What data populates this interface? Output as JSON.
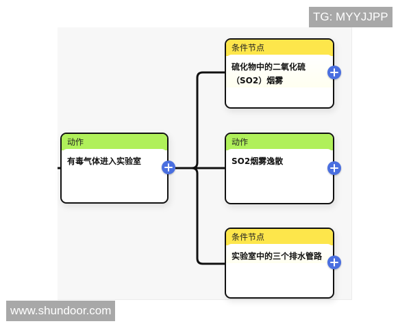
{
  "watermarks": {
    "top_right": "TG: MYYJJPP",
    "bottom_left": "www.shundoor.com"
  },
  "colors": {
    "condition_header": "#fde64b",
    "action_header": "#b0f05a",
    "add_button": "#4a6fe0",
    "connector": "#111111",
    "canvas_bg": "#f7f7f7"
  },
  "root_node": {
    "type_label": "动作",
    "text": "有毒气体进入实验室",
    "add_icon": "plus-circle-icon"
  },
  "child_nodes": [
    {
      "type_label": "条件节点",
      "text_line1": "硫化物中的二氧化硫",
      "text_line2": "（SO2）烟雾",
      "add_icon": "plus-circle-icon"
    },
    {
      "type_label": "动作",
      "text_line1": "SO2烟雾逸散",
      "add_icon": "plus-circle-icon"
    },
    {
      "type_label": "条件节点",
      "text_line1": "实验室中的三个排水管路",
      "add_icon": "plus-circle-icon"
    }
  ]
}
